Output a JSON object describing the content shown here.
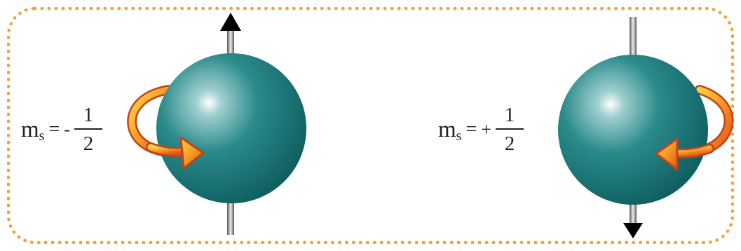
{
  "left": {
    "symbol": "m",
    "subscript": "s",
    "equals": "=",
    "sign": "-",
    "numerator": "1",
    "denominator": "2"
  },
  "right": {
    "symbol": "m",
    "subscript": "s",
    "equals": "=",
    "sign": "+",
    "numerator": "1",
    "denominator": "2"
  },
  "colors": {
    "frame_dots": "#f3a23c",
    "sphere": "#1f7f80",
    "spin_arrow": "#f5a02a",
    "axis_arrow": "#000000"
  }
}
